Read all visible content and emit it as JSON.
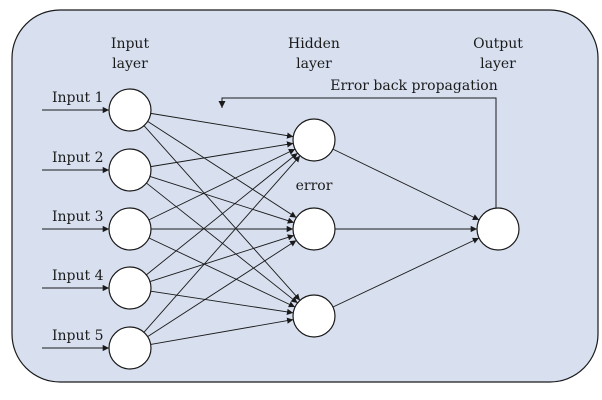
{
  "diagram": {
    "background_color": "#d8e0f0",
    "layer_titles": {
      "input": [
        "Input",
        "layer"
      ],
      "hidden": [
        "Hidden",
        "layer"
      ],
      "output": [
        "Output",
        "layer"
      ]
    },
    "inputs": [
      "Input 1",
      "Input 2",
      "Input 3",
      "Input 4",
      "Input 5"
    ],
    "hidden_count": 3,
    "output_count": 1,
    "error_label": "error",
    "feedback_label": "Error back propagation"
  }
}
